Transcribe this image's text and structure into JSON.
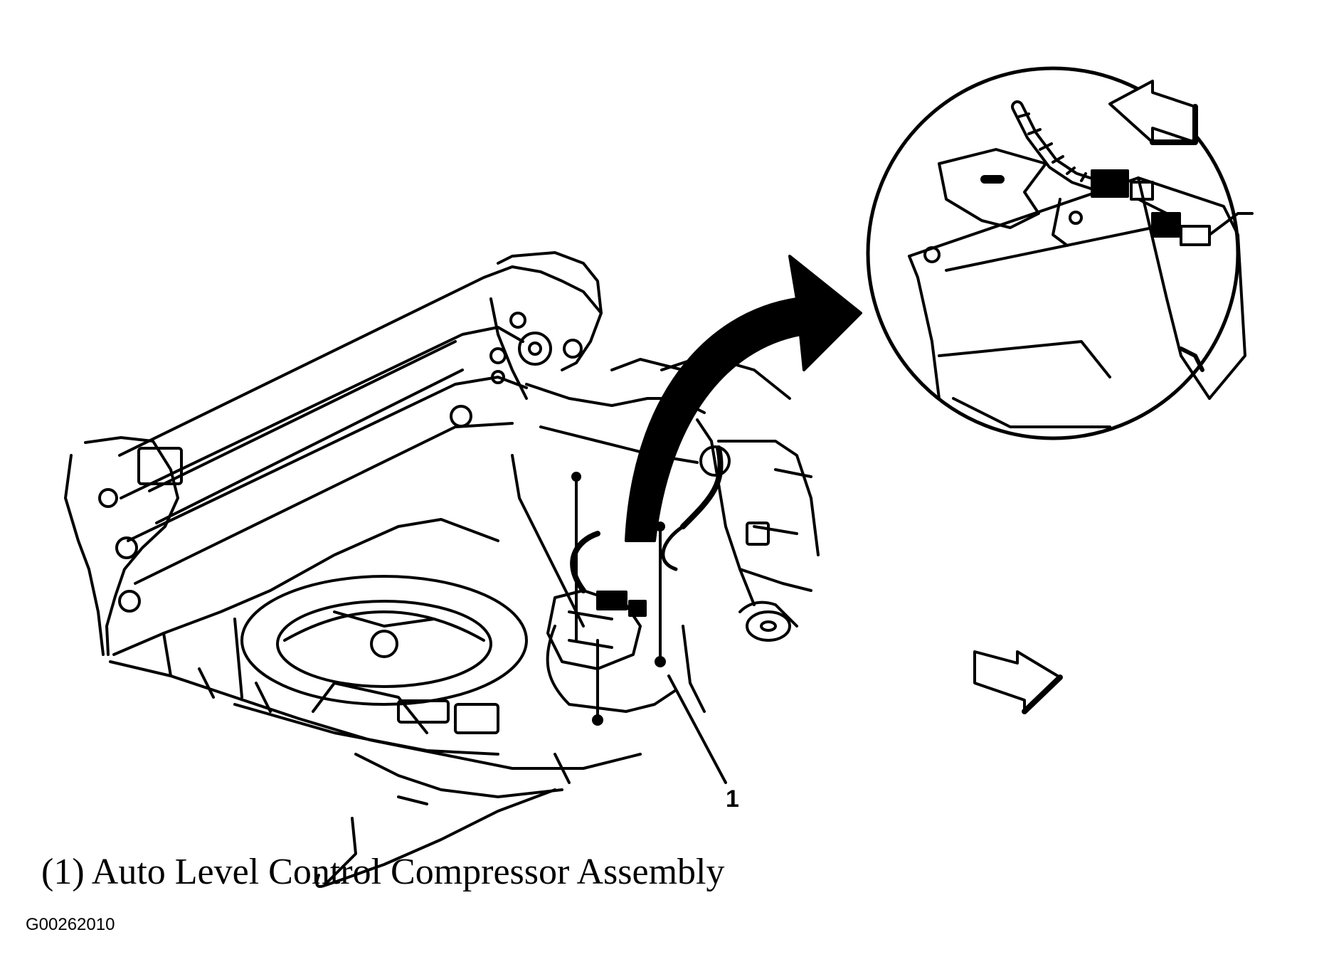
{
  "diagram": {
    "callout_number": "1",
    "caption": "(1) Auto Level Control Compressor Assembly",
    "figure_id": "G00262010",
    "line_color": "#000000",
    "background_color": "#ffffff"
  }
}
